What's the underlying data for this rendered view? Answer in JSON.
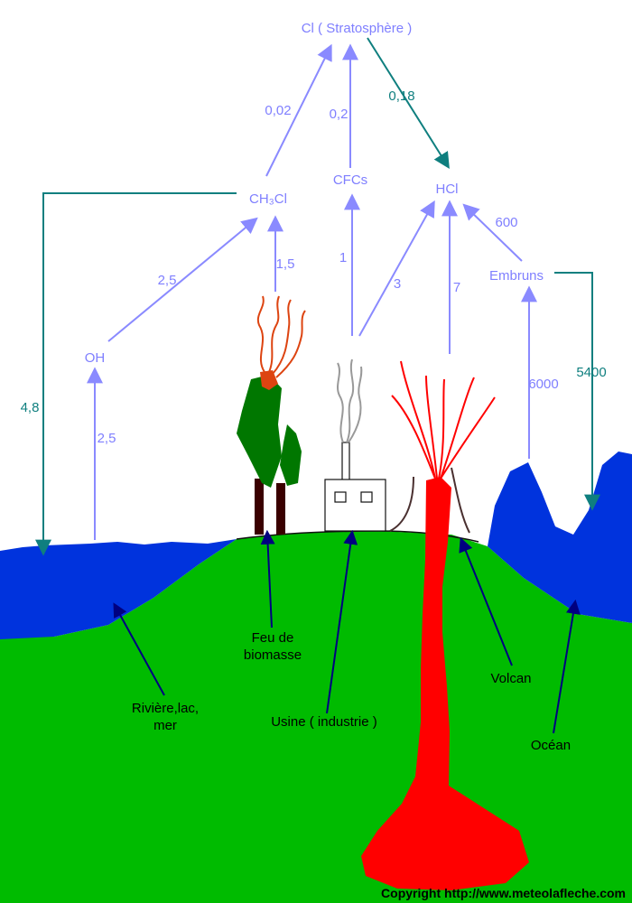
{
  "nodes": {
    "cl_strato": "Cl ( Stratosphère )",
    "ch3cl": "CH₃Cl",
    "cfcs": "CFCs",
    "hcl": "HCl",
    "oh": "OH",
    "embruns": "Embruns"
  },
  "fluxes": {
    "ch3cl_to_cl": "0,02",
    "cfcs_to_cl": "0,2",
    "cl_to_hcl": "0,18",
    "ch3cl_to_water": "4,8",
    "oh_to_ch3cl": "2,5",
    "water_to_oh": "2,5",
    "fire_to_ch3cl": "1,5",
    "factory_to_cfcs": "1",
    "factory_to_hcl": "3",
    "volcano_to_hcl": "7",
    "embruns_to_hcl": "600",
    "ocean_to_embruns": "6000",
    "embruns_to_ocean": "5400"
  },
  "sources": {
    "fire": "Feu de biomasse",
    "water": "Rivière,lac, mer",
    "factory": "Usine ( industrie )",
    "volcano": "Volcan",
    "ocean": "Océan"
  },
  "copyright": "Copyright http://www.meteolafleche.com",
  "colors": {
    "land": "#00bb00",
    "water": "#0033dd",
    "lava": "#ff0000",
    "tree_foliage": "#007700",
    "tree_trunk": "#3a0000",
    "arrow_blue": "#8a8aff",
    "arrow_teal": "#0f7f7f",
    "pointer": "#000080"
  }
}
